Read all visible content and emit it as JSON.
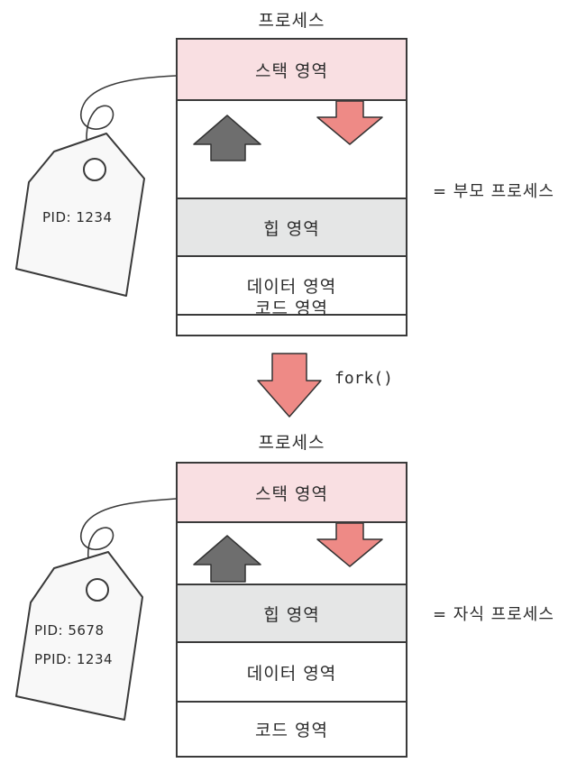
{
  "parent": {
    "title": "프로세스",
    "segments": {
      "stack": "스택 영역",
      "heap": "힙 영역",
      "data": "데이터 영역",
      "code": "코드 영역"
    },
    "label": "= 부모 프로세스",
    "tag": {
      "pid": "PID: 1234"
    }
  },
  "fork_label": "fork()",
  "child": {
    "title": "프로세스",
    "segments": {
      "stack": "스택 영역",
      "heap": "힙 영역",
      "data": "데이터 영역",
      "code": "코드 영역"
    },
    "label": "= 자식 프로세스",
    "tag": {
      "pid": "PID: 5678",
      "ppid": "PPID: 1234"
    }
  },
  "colors": {
    "stack": "#f9dfe2",
    "heap": "#e5e6e6",
    "down_arrow": "#ee8a86",
    "up_arrow": "#6e6e6e",
    "outline": "#3a3a3a"
  }
}
